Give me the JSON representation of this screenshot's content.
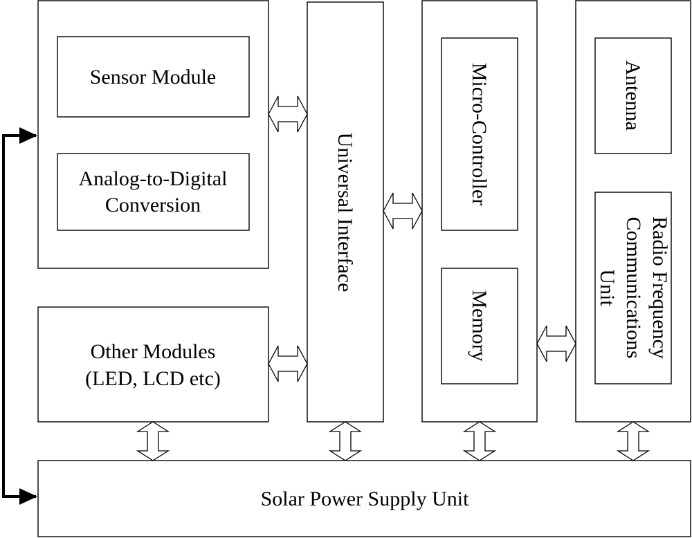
{
  "blocks": {
    "sensor_module": "Sensor Module",
    "adc_line1": "Analog-to-Digital",
    "adc_line2": "Conversion",
    "other_modules_line1": "Other Modules",
    "other_modules_line2": "(LED, LCD etc)",
    "universal_interface": "Universal Interface",
    "micro_controller": "Micro-Controller",
    "memory": "Memory",
    "antenna": "Antenna",
    "rf_line1": "Radio Frequency",
    "rf_line2": "Communications",
    "rf_line3": "Unit",
    "solar_power": "Solar Power Supply Unit"
  }
}
